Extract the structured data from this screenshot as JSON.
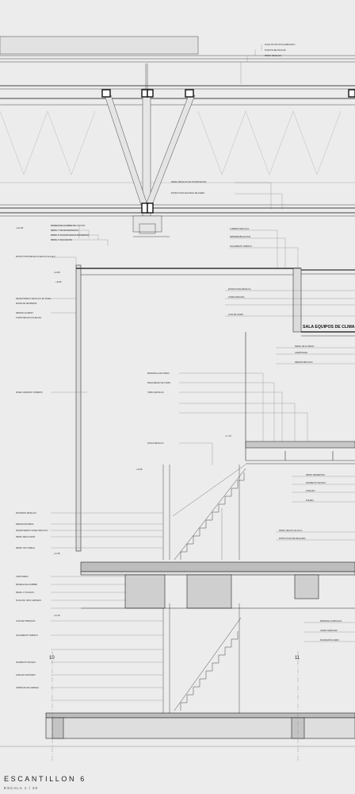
{
  "title": "ESCANTILLON 6",
  "scale": "ESCALA 1 / 20",
  "room_label": "SALA EQUIPOS DE CLIMA",
  "axes": [
    "10",
    "11"
  ],
  "levels": [
    "+12.90",
    "+9.95",
    "+8.65",
    "+7.10",
    "+6.95",
    "+4.35",
    "+3.10"
  ],
  "annotations_left": [
    "BANDEJA DE ALUMBRE 300 x 70 INOX",
    "PERFIL 'T' DE SUSTENTACION",
    "PERFIL 'Z' FIJACION SEGUN PROVEEDOR",
    "PERFIL 'U' DE FIJACION",
    "ESTRUCTURA METALICA SEGUN CALCULO",
    "REVESTIMIENTO METALICO EN PANEL",
    "BANDA DE NEOPRENO",
    "REMATE ALUMINIO",
    "CHAPA METALICA PLEGADA",
    "PANEL SANDWICH CUBIERTA",
    "MONTANTE METALICO",
    "REMATE DE PERFIL",
    "REVESTIMIENTO PANEL METALICO",
    "PERFIL REGULADOR",
    "PERFIL TIPO OMEGA",
    "CARTONERIA",
    "BANDEJA DE ALUMBRE",
    "PERFIL 'Z' FIJACION",
    "PLACA DE YESO LAMINADO",
    "LOSA DE HORMIGON",
    "AISLAMIENTO TERMICO",
    "PAVIMENTO TECNICO",
    "FORJADO SANITARIO",
    "HORMIGON DE LIMPIEZA"
  ],
  "annotations_center": [
    "PERFIL METALICO DE SUSTENTACION",
    "ESTRUCTURA DIAGONAL DE ACERO",
    "BARANDILLA DE VIDRIO",
    "PELDANEADO DE CHAPA",
    "TABICA METALICA",
    "ZANCA METALICA"
  ],
  "annotations_right": [
    "PLANCHA TIPO POLICARBONATO",
    "PLANCHA DE ANCLAJE",
    "PERFIL METALICO",
    "CUBIERTA METALICA",
    "IMPERMEABILIZACION",
    "AISLAMIENTO TERMICO",
    "ESTRUCTURA METALICA",
    "CHAPA GRECADA",
    "LUNA DE VIDRIO",
    "PERFIL DE ALUMINIO",
    "CARPINTERIA",
    "REMATE METALICO",
    "PERFIL PERIMETRAL",
    "PAVIMENTO TECNICO",
    "FORJADO",
    "SOLERA",
    "PERFIL SEGUN CALCULO",
    "ESTRUCTURA DE ESCALERA",
    "BARANDILLA METALICA",
    "VIDRIO TEMPLADO",
    "PASAMANOS ACERO"
  ],
  "colors": {
    "paper": "#ececec",
    "ink": "#333333",
    "dim": "#777777",
    "hatch": "#555555"
  }
}
